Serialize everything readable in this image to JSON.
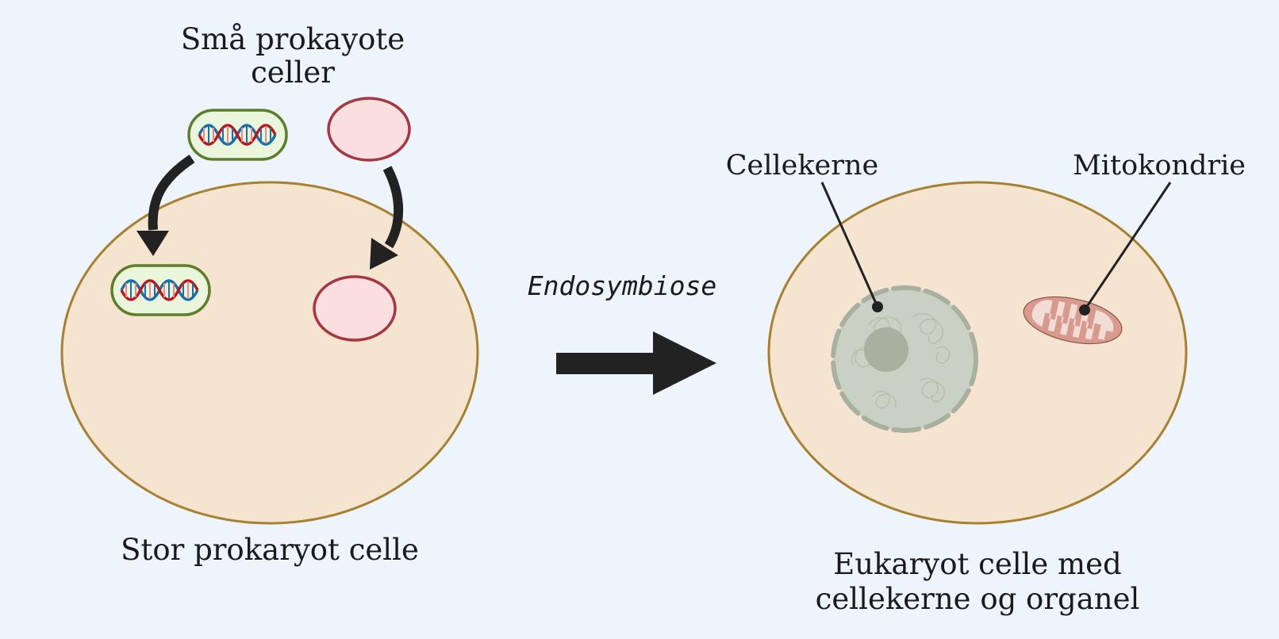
{
  "labels": {
    "small_cells_line1": "Små prokayote",
    "small_cells_line2": "celler",
    "large_cell": "Stor prokaryot celle",
    "process": "Endosymbiose",
    "nucleus": "Cellekerne",
    "mitochondrion": "Mitokondrie",
    "eukaryote_line1": "Eukaryot celle med",
    "eukaryote_line2": "cellekerne og organel"
  },
  "colors": {
    "background": "#edf4fc",
    "cell_fill": "#f5e4d0",
    "cell_stroke": "#a8802f",
    "bacterium_fill": "#eaf6dc",
    "bacterium_stroke": "#5e7d2a",
    "pink_fill": "#fbdfe0",
    "pink_stroke": "#a83640",
    "arrow": "#222222",
    "nucleus_fill": "#c9d0c4",
    "nucleus_stroke": "#a9b09f",
    "nucleolus": "#a9b09f",
    "mito_fill": "#d99a8e",
    "mito_inner": "#f1dcd6",
    "dna_red": "#c0141c",
    "dna_blue": "#1a6fa8"
  }
}
